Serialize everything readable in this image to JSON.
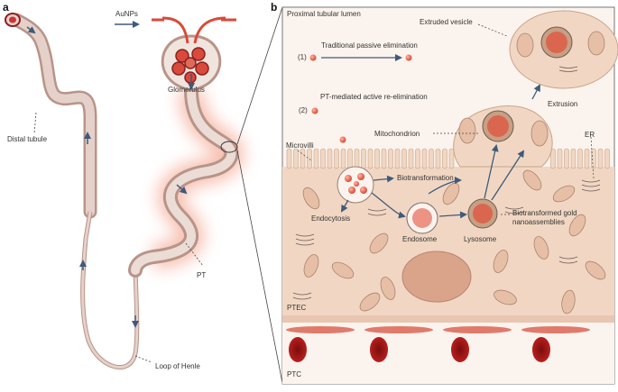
{
  "panels": {
    "a": "a",
    "b": "b"
  },
  "panel_a": {
    "aunps": "AuNPs",
    "glomerulus": "Glomerulus",
    "distal_tubule": "Distal tubule",
    "pt": "PT",
    "loop_of_henle": "Loop of Henle"
  },
  "panel_b": {
    "lumen": "Proximal tubular lumen",
    "extruded_vesicle": "Extruded vesicle",
    "step1_num": "(1)",
    "step1_text": "Traditional passive elimination",
    "step2_num": "(2)",
    "pt_mediated": "PT-mediated active re-elimination",
    "extrusion": "Extrusion",
    "mitochondrion": "Mitochondrion",
    "er": "ER",
    "microvilli": "Microvilli",
    "biotransformation": "Biotransformation",
    "endocytosis": "Endocytosis",
    "endosome": "Endosome",
    "lysosome": "Lysosome",
    "biotransformed_1": "Biotransformed gold",
    "biotransformed_2": "nanoassemblies",
    "ptec": "PTEC",
    "ptc": "PTC"
  },
  "colors": {
    "cell": "#f1d7c3",
    "cell_edge": "#c9a48a",
    "tubule": "#d8bfb6",
    "glow": "#f08a6e",
    "nanoparticle": "#e2533f",
    "rbc": "#b01c1c",
    "arrow": "#3f5a7a"
  }
}
